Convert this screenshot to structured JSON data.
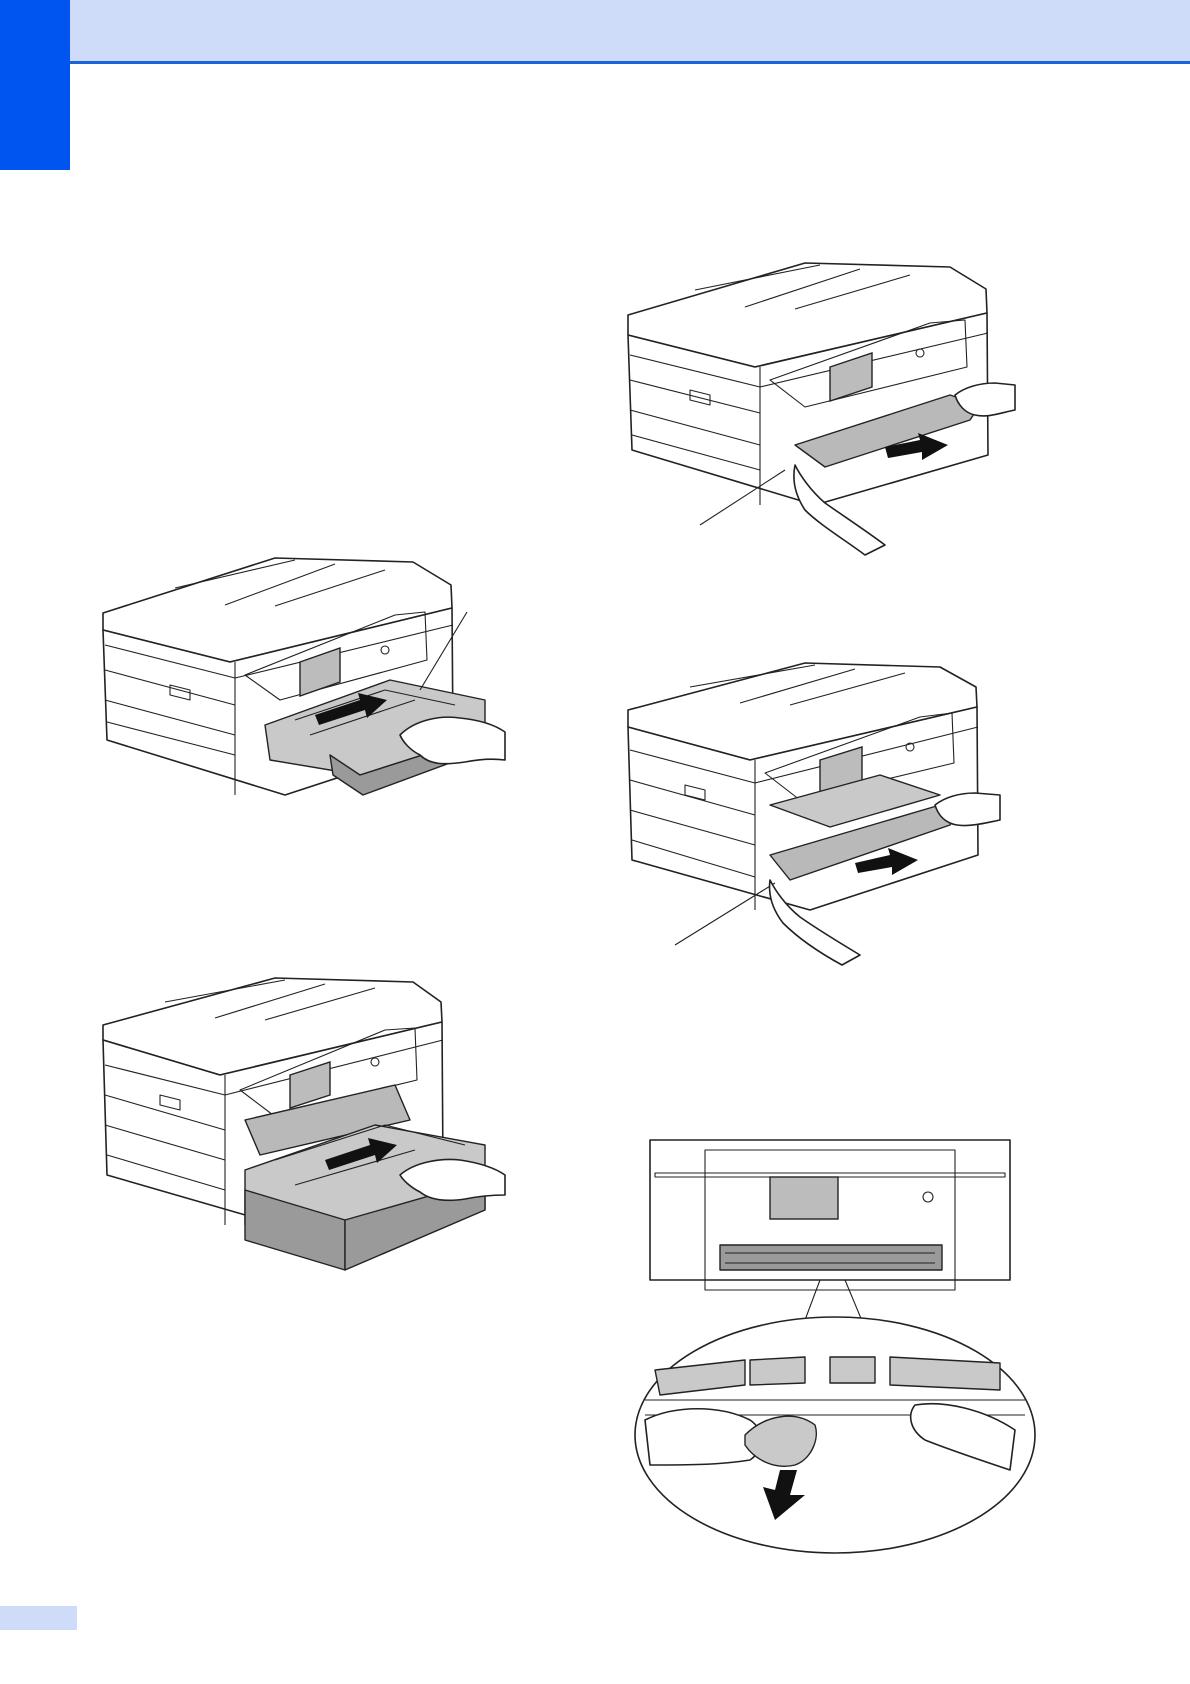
{
  "page": {
    "accent_color": "#0055f0",
    "header_color": "#cfdcf9",
    "header_rule_color": "#1f63d8"
  },
  "figures": [
    {
      "name": "pull-tray-out-figure",
      "icon": "printer-tray-pull-icon"
    },
    {
      "name": "pull-tray-out-further-figure",
      "icon": "printer-tray-pull-icon"
    },
    {
      "name": "remove-paper-front-figure",
      "icon": "paper-pull-icon"
    },
    {
      "name": "remove-paper-lower-figure",
      "icon": "paper-pull-icon"
    },
    {
      "name": "remove-scraps-detail-figure",
      "icon": "roller-cleaning-icon"
    }
  ]
}
